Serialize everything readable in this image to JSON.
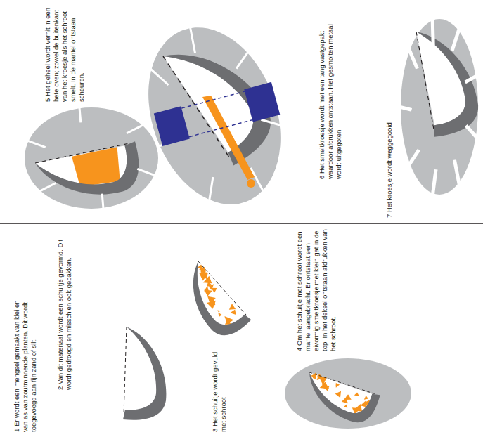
{
  "diagram": {
    "labels": [
      "1 Er wordt een mengsel gemaakt van klei en van as van zoutminnende planten. Dit wordt toegevoegd aan fijn zand of silt.",
      "2 Van dit materiaal wordt een schuitje gevormd. Dit wordt gedroogd en misschien ook gebakken.",
      "3 Het schuitje wordt gevuld met schroot",
      "4 Om het schuitje met schroot wordt een mantel aangebracht. Er ontstaat een eivormig smeltkroesje met klein gat in de top. In het deksel ontstaan afdrukken van het schroot.",
      "5 Het geheel wordt verhit in een hete oven; zowel de buitenkant van het kroesje als het schroot smelt. In de mantel ontstaan scheuren.",
      "6 Het smeltkroesje wordt met een tang vastgepakt, waardoor afdrukken ontstaan. Het gesmolten metaal wordt uitgegoten.",
      "7 Het kroesje wordt weggegooid"
    ]
  }
}
